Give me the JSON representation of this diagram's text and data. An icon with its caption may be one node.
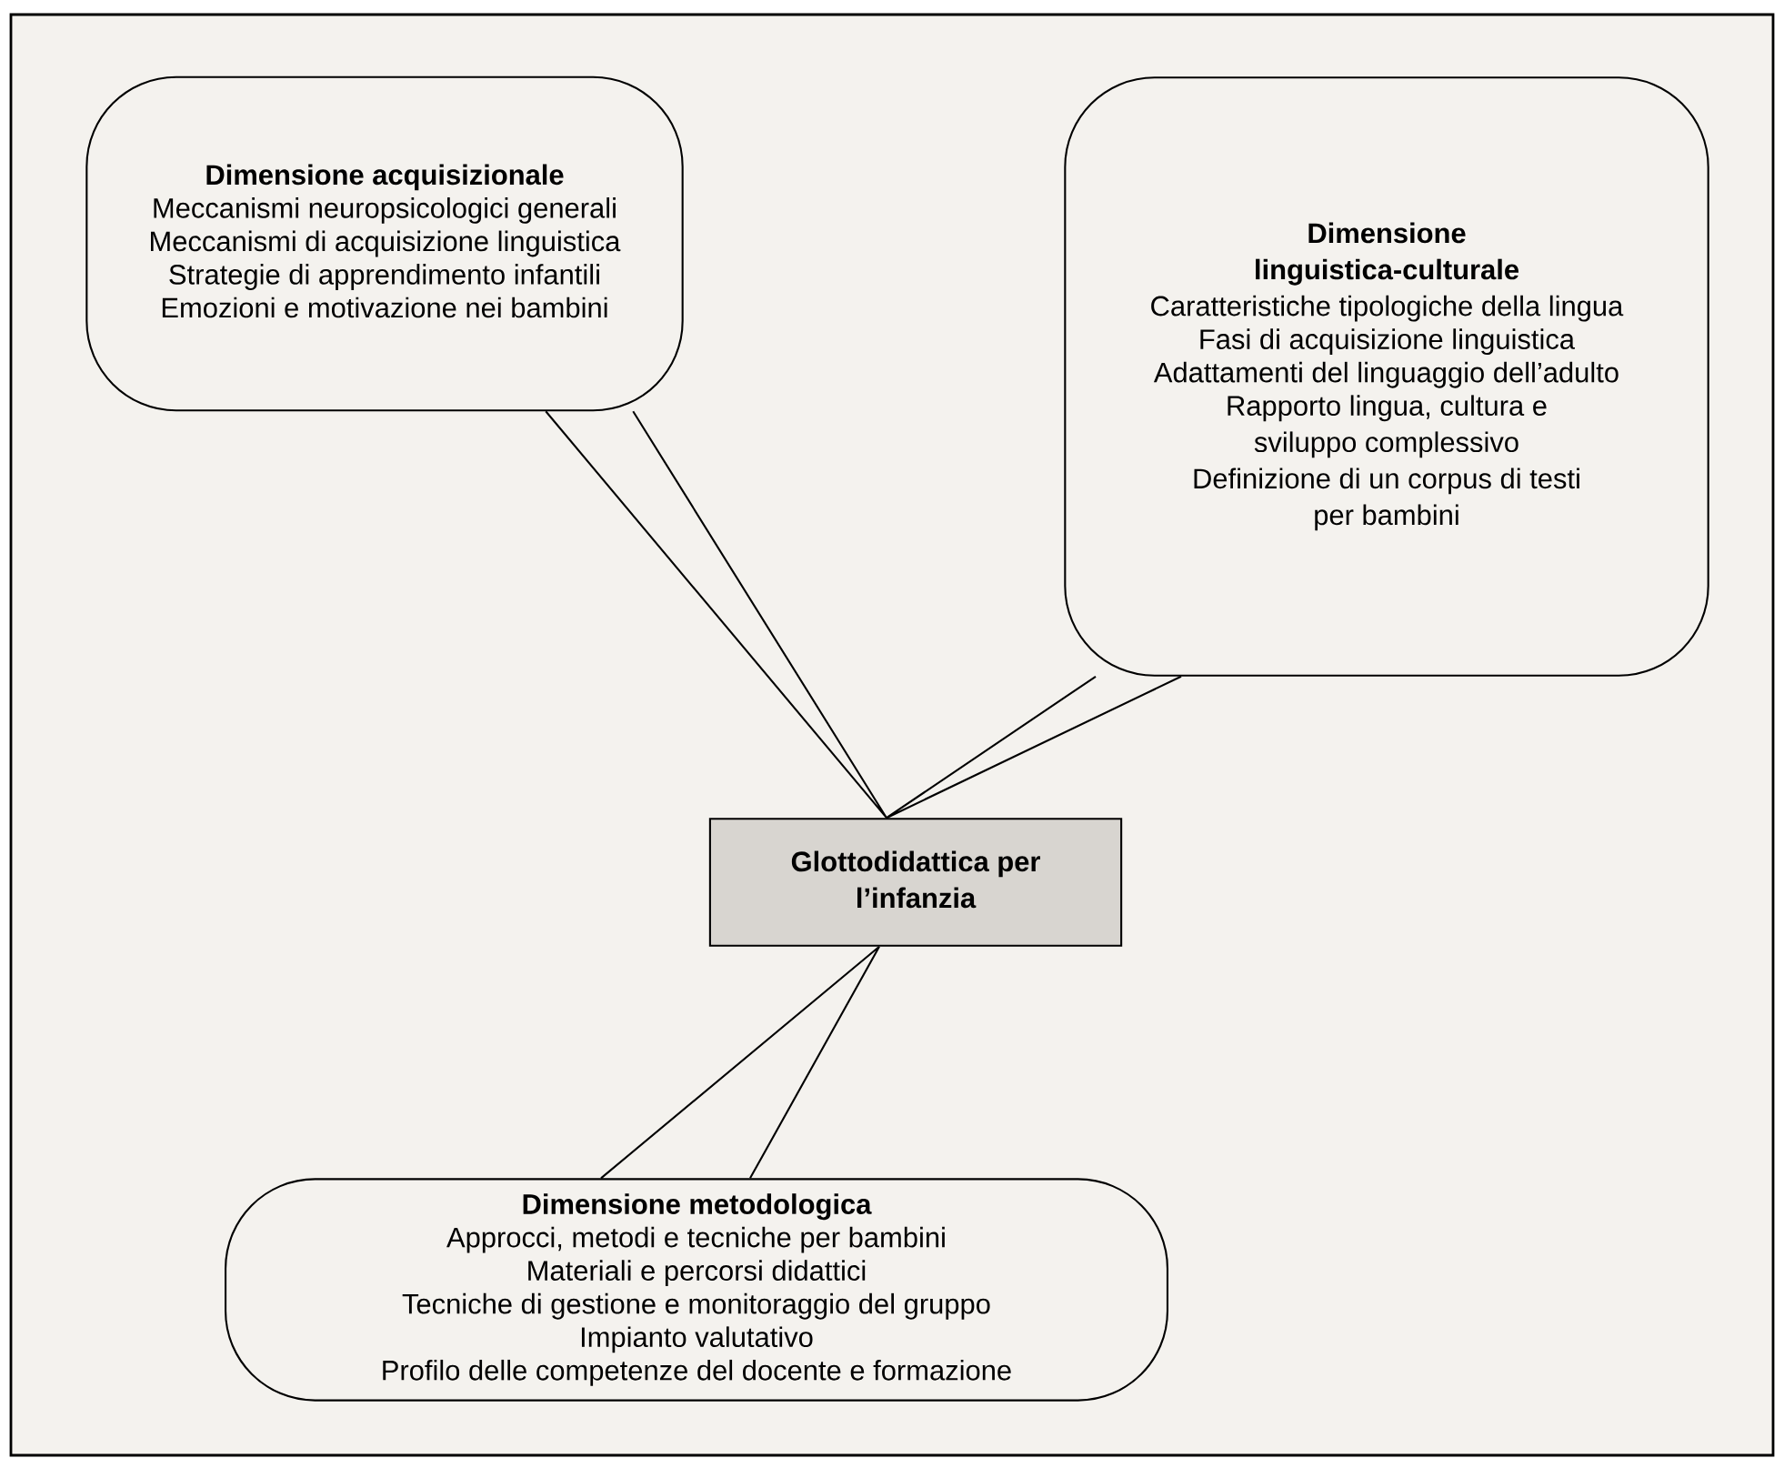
{
  "diagram": {
    "nodes": [
      {
        "text": [
          "Dimensione acquisizionale",
          "Meccanismi neuropsicologici generali",
          "Meccanismi di acquisizione linguistica",
          "Strategie di apprendimento infantili",
          "Emozioni e motivazione nei bambini"
        ]
      },
      {
        "text": [
          "Dimensione linguistica-culturale",
          "Caratteristiche tipologiche della lingua",
          "Fasi di acquisizione linguistica",
          "Adattamenti del linguaggio dell’adulto",
          "Rapporto lingua, cultura e sviluppo complessivo",
          "Definizione di un corpus di testi per bambini"
        ]
      },
      {
        "text": [
          "Glottodidattica per l’infanzia"
        ]
      },
      {
        "text": [
          "Dimensione metodologica",
          "Approcci, metodi e tecniche per bambini",
          "Materiali e percorsi didattici",
          "Tecniche di gestione e monitoraggio del gruppo",
          "Impianto valutativo",
          "Profilo delle competenze del docente e formazione"
        ]
      }
    ],
    "edges": [
      {
        "from": 0,
        "to": 2,
        "arrow": "none"
      },
      {
        "from": 1,
        "to": 2,
        "arrow": "none"
      },
      {
        "from": 3,
        "to": 2,
        "arrow": "none"
      }
    ]
  }
}
